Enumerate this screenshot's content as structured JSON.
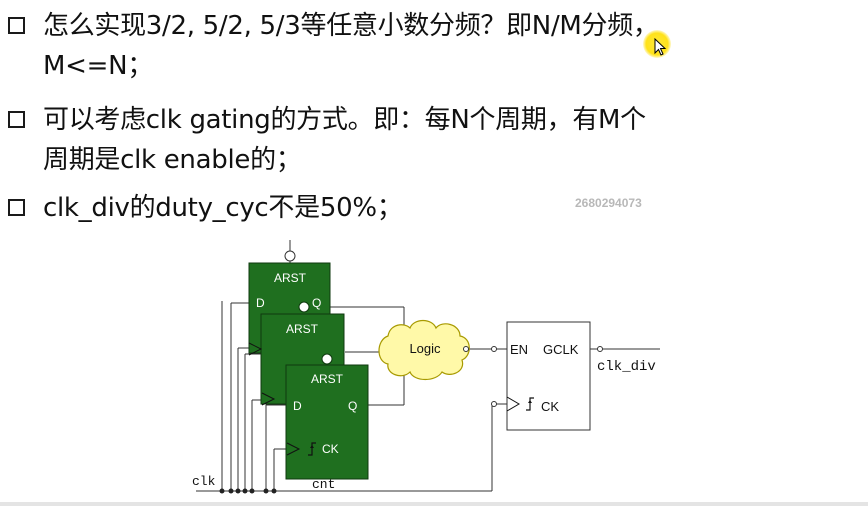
{
  "slide": {
    "bullets": [
      {
        "text": "怎么实现3/2, 5/2, 5/3等任意小数分频？即N/M分频，\nM<=N；"
      },
      {
        "text": "可以考虑clk gating的方式。即：每N个周期，有M个\n周期是clk enable的；"
      },
      {
        "text": "clk_div的duty_cyc不是50%；"
      }
    ],
    "watermark": "2680294073"
  },
  "diagram": {
    "flipflop_label_top": "ARST",
    "flipflop_d": "D",
    "flipflop_q": "Q",
    "flipflop_ck": "CK",
    "logic_label": "Logic",
    "gate_en": "EN",
    "gate_out": "GCLK",
    "gate_ck": "CK",
    "clk_label": "clk",
    "cnt_label": "cnt",
    "clk_div_label": "clk_div",
    "colors": {
      "flipflop_fill": "#1f6f1f",
      "logic_fill": "#fff9a8"
    }
  }
}
